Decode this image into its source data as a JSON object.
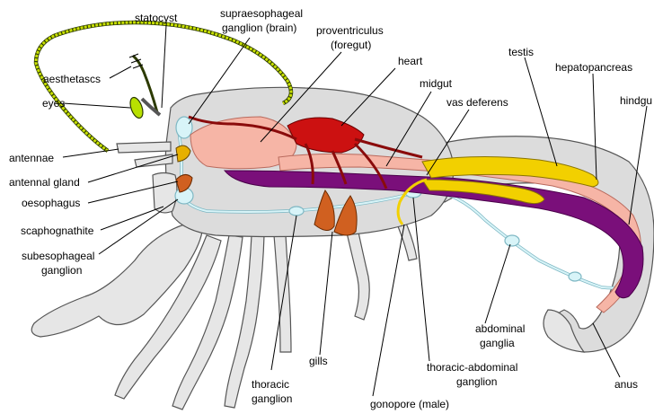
{
  "diagram": {
    "colors": {
      "body": "#dcdcdc",
      "limb": "#e6e6e6",
      "gut": "#f6b5a6",
      "heart": "#cc1111",
      "hepatopancreas": "#7a0f7a",
      "testis": "#f2d000",
      "nerve": "#d8f4f8",
      "gills": "#d06020",
      "antenna": "#c8e000",
      "eye": "#b8e000"
    },
    "labels": {
      "statocyst": "statocyst",
      "supra_line1": "supraesophageal",
      "supra_line2": "ganglion (brain)",
      "proventriculus_line1": "proventriculus",
      "proventriculus_line2": "(foregut)",
      "heart": "heart",
      "midgut": "midgut",
      "testis": "testis",
      "hepatopancreas": "hepatopancreas",
      "hindgut": "hindgu",
      "vas_deferens": "vas deferens",
      "aesthetascs": "aesthetascs",
      "eyes": "eyes",
      "antennae": "antennae",
      "antennal_gland": "antennal gland",
      "oesophagus": "oesophagus",
      "scaphognathite": "scaphognathite",
      "subesophageal_line1": "subesophageal",
      "subesophageal_line2": "ganglion",
      "gills": "gills",
      "thoracic_ganglion_line1": "thoracic",
      "thoracic_ganglion_line2": "ganglion",
      "gonopore": "gonopore (male)",
      "thoracic_abdominal_line1": "thoracic-abdominal",
      "thoracic_abdominal_line2": "ganglion",
      "abdominal_ganglia_line1": "abdominal",
      "abdominal_ganglia_line2": "ganglia",
      "anus": "anus"
    }
  }
}
